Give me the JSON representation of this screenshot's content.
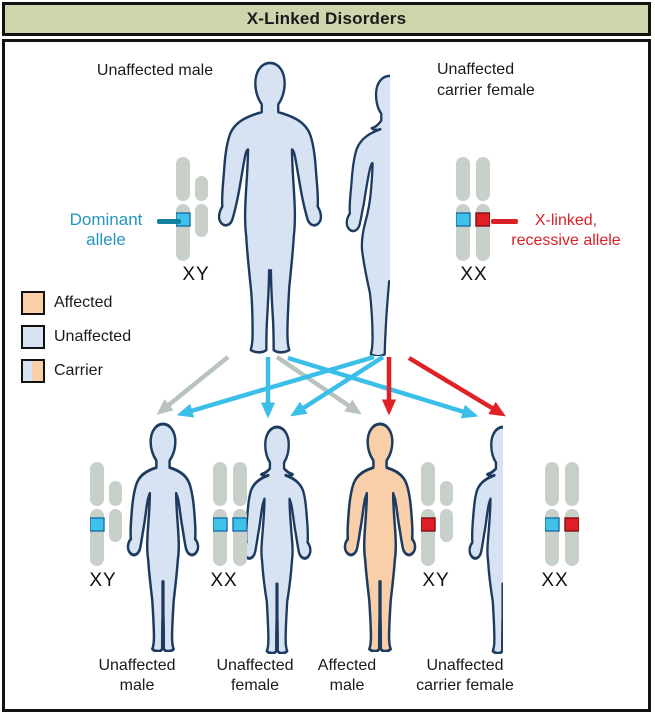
{
  "title": "X-Linked Disorders",
  "colors": {
    "title_bg": "#ccd5ab",
    "unaffected_fill": "#d7e2f2",
    "affected_fill": "#f8cfa8",
    "body_outline": "#1d3a5f",
    "chromosome_fill": "#c7d0c9",
    "dominant_allele": "#3fc2ea",
    "recessive_allele": "#e01f26",
    "dominant_label_text": "#2596c2",
    "recessive_label_text": "#da2128",
    "arrow_cyan": "#3bbfe9",
    "arrow_gray": "#b9c3bd",
    "arrow_red": "#e02125"
  },
  "parents": {
    "father": {
      "label": "Unaffected male",
      "karyotype": "XY"
    },
    "mother": {
      "label_line1": "Unaffected",
      "label_line2": "carrier female",
      "karyotype": "XX"
    }
  },
  "allele_labels": {
    "dominant_line1": "Dominant",
    "dominant_line2": "allele",
    "recessive_line1": "X-linked,",
    "recessive_line2": "recessive allele"
  },
  "legend": [
    {
      "label": "Affected"
    },
    {
      "label": "Unaffected"
    },
    {
      "label": "Carrier"
    }
  ],
  "children": [
    {
      "label_line1": "Unaffected",
      "label_line2": "male",
      "karyotype": "XY"
    },
    {
      "label_line1": "Unaffected",
      "label_line2": "female",
      "karyotype": "XX"
    },
    {
      "label_line1": "Affected",
      "label_line2": "male",
      "karyotype": "XY"
    },
    {
      "label_line1": "Unaffected",
      "label_line2": "carrier female",
      "karyotype": "XX"
    }
  ]
}
